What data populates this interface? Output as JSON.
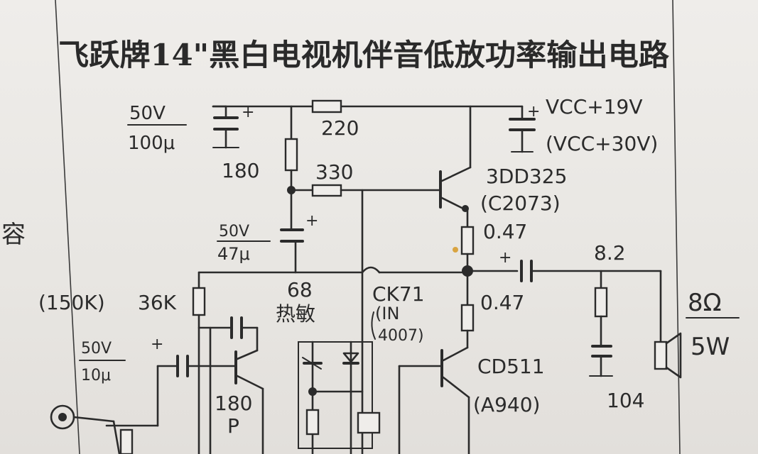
{
  "title": "飞跃牌14\"黑白电视机伴音低放功率输出电路",
  "side_note": "容",
  "supply": {
    "label": "VCC+19V",
    "alt_label": "(VCC+30V)"
  },
  "components": {
    "c_top_left": {
      "voltage": "50V",
      "value": "100μ"
    },
    "r_top_series": {
      "value": "220"
    },
    "r_bias_180": {
      "value": "180"
    },
    "r_330": {
      "value": "330"
    },
    "q_upper": {
      "model": "3DD325",
      "alt": "(C2073)"
    },
    "r_emitter_upper": {
      "value": "0.47"
    },
    "c_47u": {
      "voltage": "50V",
      "value": "47μ"
    },
    "r_bias_input": {
      "value": "36K",
      "alt": "(150K)"
    },
    "thermistor": {
      "value": "68",
      "type": "热敏"
    },
    "diode": {
      "model": "CK71",
      "alt": "(IN",
      "alt2": "4007)"
    },
    "r_emitter_lower": {
      "value": "0.47"
    },
    "q_lower": {
      "model": "CD511",
      "alt": "(A940)"
    },
    "r_zobel": {
      "value": "8.2"
    },
    "c_zobel": {
      "value": "104"
    },
    "speaker": {
      "impedance": "8Ω",
      "power": "5W"
    },
    "c_input": {
      "voltage": "50V",
      "value": "10μ"
    },
    "c_feedback": {
      "value": "180",
      "unit": "P"
    }
  },
  "colors": {
    "paper": "#ebe9e6",
    "ink": "#2b2b2b",
    "flux_stain": "#d9a441"
  }
}
